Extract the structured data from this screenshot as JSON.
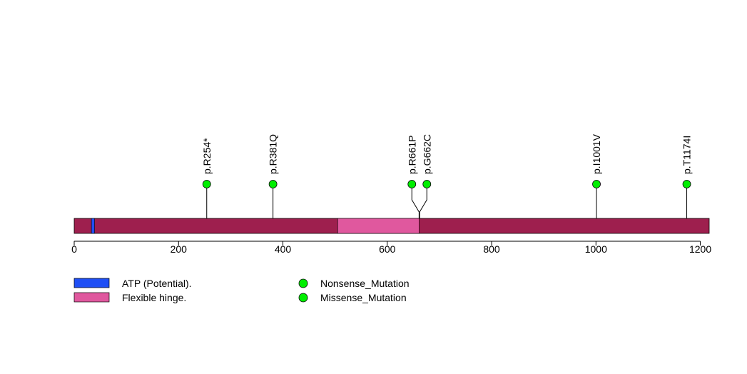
{
  "chart_data": {
    "type": "lollipop",
    "x_axis": {
      "range": [
        0,
        1217
      ],
      "ticks": [
        0,
        200,
        400,
        600,
        800,
        1000,
        1200
      ]
    },
    "protein_length": 1217,
    "backbone_color": "#9e1f4e",
    "domains": [
      {
        "name": "ATP (Potential).",
        "start": 33,
        "end": 39,
        "color": "#1f4ff5"
      },
      {
        "name": "Flexible hinge.",
        "start": 505,
        "end": 661,
        "color": "#e0589e"
      }
    ],
    "mutations": [
      {
        "label": "p.R254*",
        "position": 254,
        "type": "Nonsense_Mutation",
        "count": 1
      },
      {
        "label": "p.R381Q",
        "position": 381,
        "type": "Missense_Mutation",
        "count": 1
      },
      {
        "label": "p.R661P",
        "position": 661,
        "type": "Missense_Mutation",
        "count": 1
      },
      {
        "label": "p.G662C",
        "position": 662,
        "type": "Missense_Mutation",
        "count": 1
      },
      {
        "label": "p.I1001V",
        "position": 1001,
        "type": "Missense_Mutation",
        "count": 1
      },
      {
        "label": "p.T1174I",
        "position": 1174,
        "type": "Missense_Mutation",
        "count": 1
      }
    ],
    "marker_color": "#00ee00",
    "legend": {
      "domains": [
        "ATP (Potential).",
        "Flexible hinge."
      ],
      "mutation_types": [
        "Nonsense_Mutation",
        "Missense_Mutation"
      ]
    }
  }
}
